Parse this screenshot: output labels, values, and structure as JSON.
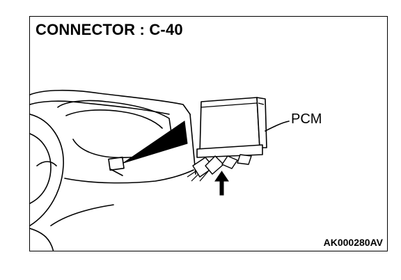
{
  "diagram": {
    "title": "CONNECTOR : C-40",
    "callout_label": "PCM",
    "reference_code": "AK000280AV"
  },
  "colors": {
    "line": "#000000",
    "fill_dark": "#000000",
    "fill_light": "#ffffff"
  }
}
